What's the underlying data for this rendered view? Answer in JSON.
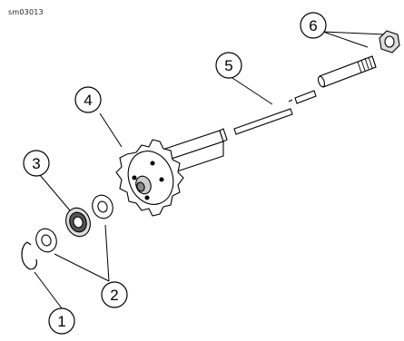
{
  "figure": {
    "reference_code": "sm03013",
    "callouts": [
      {
        "id": "1",
        "label": "1"
      },
      {
        "id": "2",
        "label": "2"
      },
      {
        "id": "3",
        "label": "3"
      },
      {
        "id": "4",
        "label": "4"
      },
      {
        "id": "5",
        "label": "5"
      },
      {
        "id": "6",
        "label": "6"
      }
    ]
  }
}
